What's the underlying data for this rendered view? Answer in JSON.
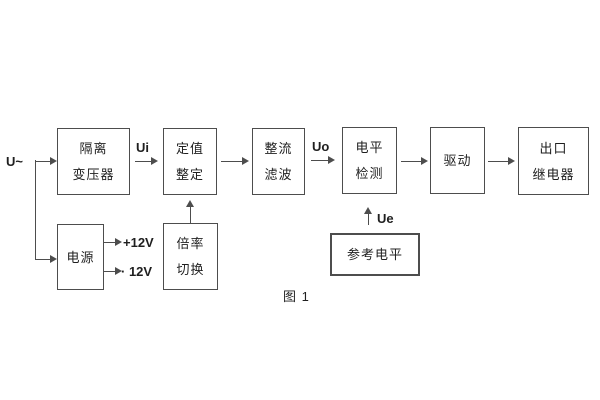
{
  "figure": {
    "caption": "图 1"
  },
  "colors": {
    "line": "#4d4d4d",
    "text": "#1f1f1f",
    "background": "#ffffff"
  },
  "labels": {
    "input_voltage": "U~",
    "ui": "Ui",
    "uo": "Uo",
    "ue": "Ue",
    "plus_12v": "+12V",
    "minus_12v": "· 12V"
  },
  "blocks": {
    "isolation_transformer": {
      "line1": "隔离",
      "line2": "变压器"
    },
    "setpoint_setting": {
      "line1": "定值",
      "line2": "整定"
    },
    "rectifier_filter": {
      "line1": "整流",
      "line2": "滤波"
    },
    "level_detection": {
      "line1": "电平",
      "line2": "检测"
    },
    "drive": {
      "label": "驱动"
    },
    "output_relay": {
      "line1": "出口",
      "line2": "继电器"
    },
    "power_supply": {
      "label": "电源"
    },
    "ratio_switching": {
      "line1": "倍率",
      "line2": "切换"
    },
    "reference_level": {
      "label": "参考电平"
    }
  }
}
